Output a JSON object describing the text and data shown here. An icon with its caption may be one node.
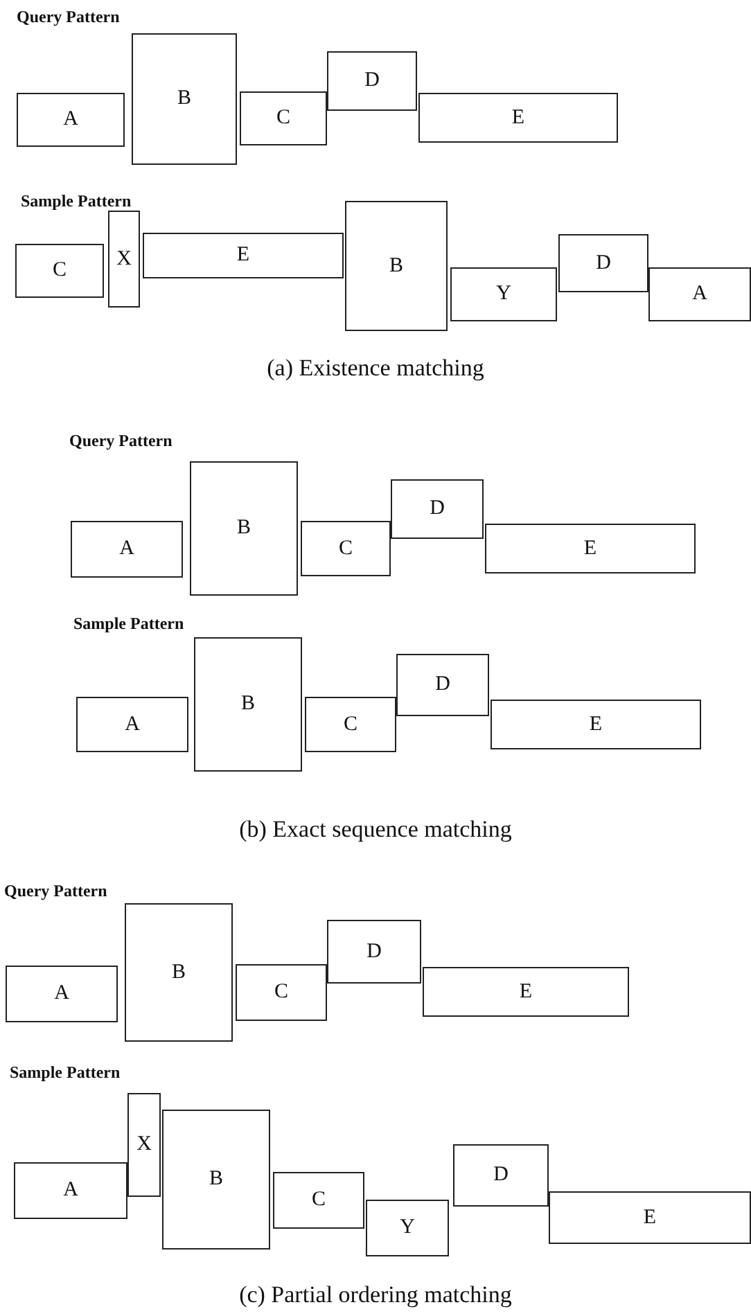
{
  "diagram": {
    "nodes": [
      {
        "text": [
          "A"
        ]
      },
      {
        "text": [
          "B"
        ]
      },
      {
        "text": [
          "C"
        ]
      },
      {
        "text": [
          "D"
        ]
      },
      {
        "text": [
          "E"
        ]
      },
      {
        "text": [
          "C"
        ]
      },
      {
        "text": [
          "X"
        ]
      },
      {
        "text": [
          "E"
        ]
      },
      {
        "text": [
          "B"
        ]
      },
      {
        "text": [
          "Y"
        ]
      },
      {
        "text": [
          "D"
        ]
      },
      {
        "text": [
          "A"
        ]
      },
      {
        "text": [
          "A"
        ]
      },
      {
        "text": [
          "B"
        ]
      },
      {
        "text": [
          "C"
        ]
      },
      {
        "text": [
          "D"
        ]
      },
      {
        "text": [
          "E"
        ]
      },
      {
        "text": [
          "A"
        ]
      },
      {
        "text": [
          "B"
        ]
      },
      {
        "text": [
          "C"
        ]
      },
      {
        "text": [
          "D"
        ]
      },
      {
        "text": [
          "E"
        ]
      },
      {
        "text": [
          "A"
        ]
      },
      {
        "text": [
          "B"
        ]
      },
      {
        "text": [
          "C"
        ]
      },
      {
        "text": [
          "D"
        ]
      },
      {
        "text": [
          "E"
        ]
      },
      {
        "text": [
          "A"
        ]
      },
      {
        "text": [
          "X"
        ]
      },
      {
        "text": [
          "B"
        ]
      },
      {
        "text": [
          "C"
        ]
      },
      {
        "text": [
          "Y"
        ]
      },
      {
        "text": [
          "D"
        ]
      },
      {
        "text": [
          "E"
        ]
      }
    ],
    "labels": [
      "Query Pattern",
      "Sample Pattern",
      "(a) Existence matching",
      "Query Pattern",
      "Sample Pattern",
      "(b) Exact sequence matching",
      "Query Pattern",
      "Sample Pattern",
      "(c) Partial ordering matching"
    ]
  }
}
